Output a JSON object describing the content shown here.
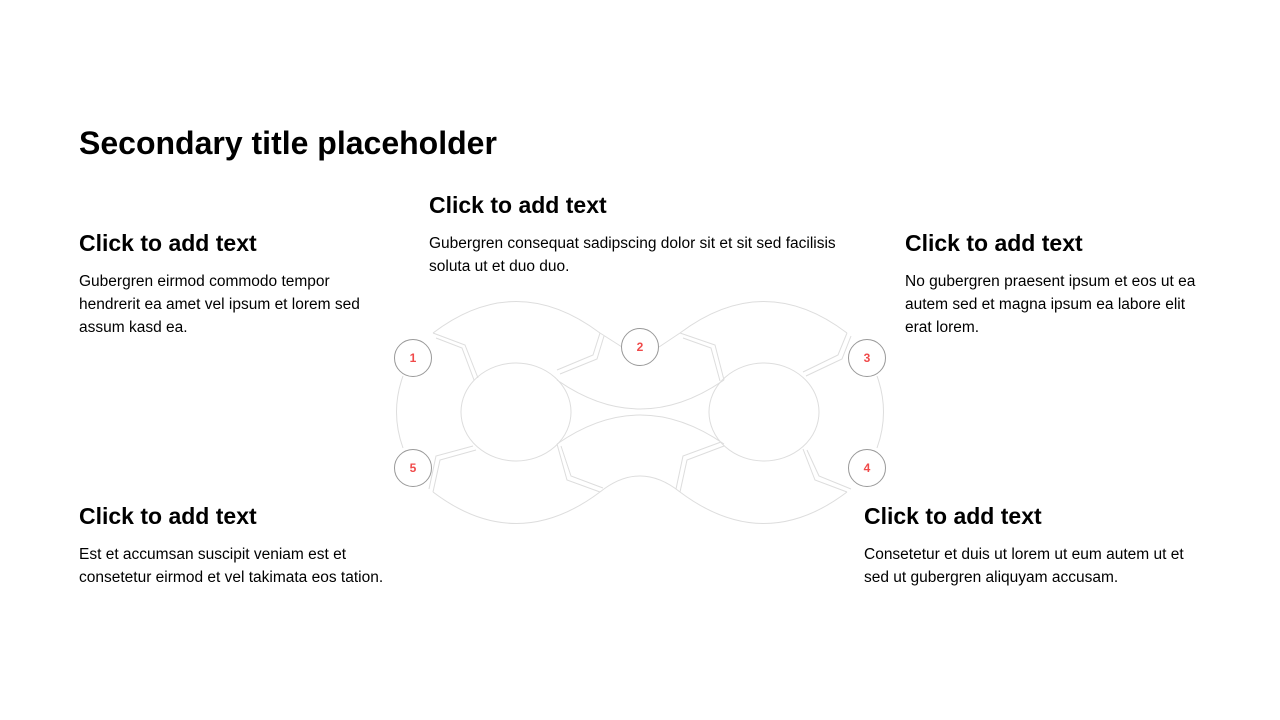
{
  "title": "Secondary title placeholder",
  "items": [
    {
      "num": "1",
      "heading": "Click to add text",
      "body": "Gubergren eirmod commodo tempor hendrerit ea amet vel ipsum et lorem sed assum kasd ea."
    },
    {
      "num": "2",
      "heading": "Click to add text",
      "body": "Gubergren consequat sadipscing dolor sit et sit sed facilisis soluta ut et duo duo."
    },
    {
      "num": "3",
      "heading": "Click to add text",
      "body": "No gubergren praesent ipsum et eos ut ea autem sed et magna ipsum ea labore elit erat lorem."
    },
    {
      "num": "4",
      "heading": "Click to add text",
      "body": "Consetetur et duis ut lorem ut eum autem ut et sed ut gubergren aliquyam accusam."
    },
    {
      "num": "5",
      "heading": "Click to add text",
      "body": "Est et accumsan suscipit veniam est et consetetur eirmod et vel takimata eos tation."
    }
  ],
  "colors": {
    "accent": "#f04a4a",
    "line": "#dddddd"
  }
}
